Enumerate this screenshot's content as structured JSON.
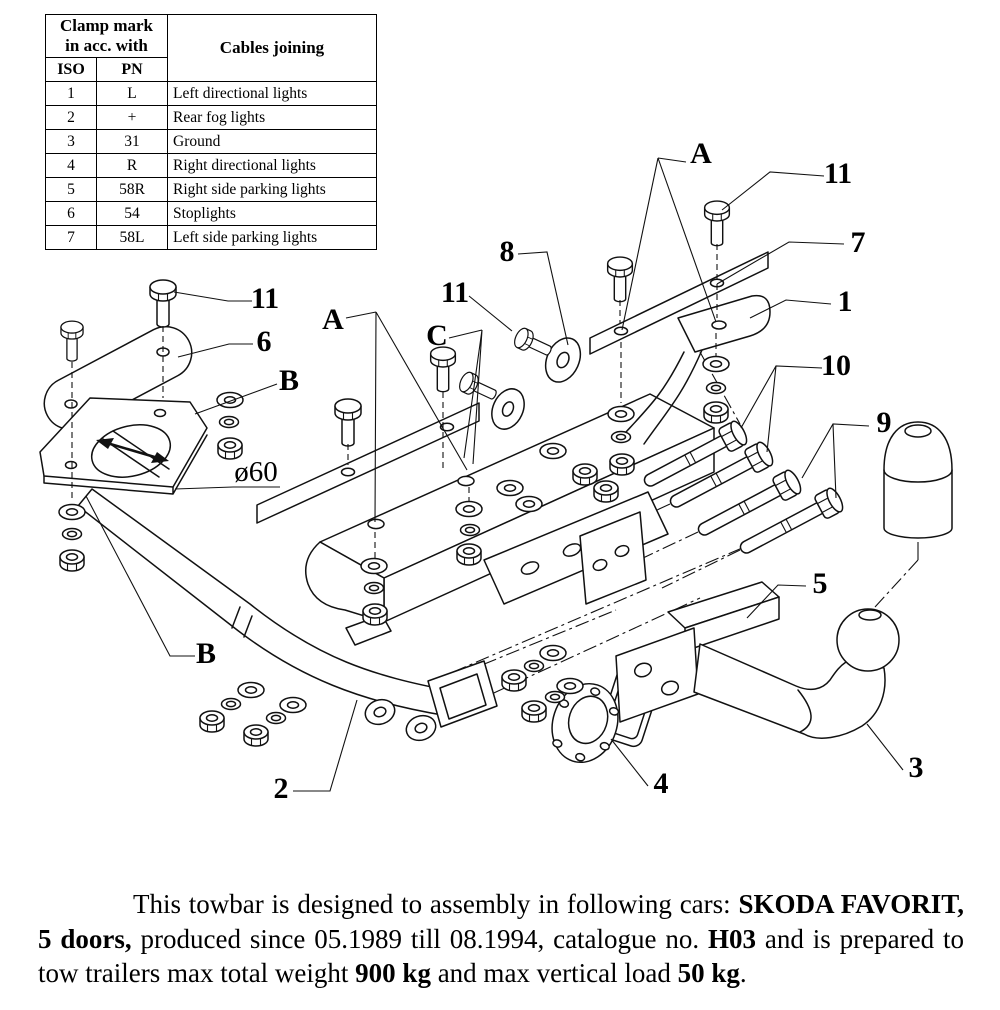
{
  "table": {
    "header": {
      "clamp_line1": "Clamp mark",
      "clamp_line2": "in acc. with",
      "iso": "ISO",
      "pn": "PN",
      "cables": "Cables joining"
    },
    "rows": [
      [
        "1",
        "L",
        "Left directional lights"
      ],
      [
        "2",
        "+",
        "Rear fog lights"
      ],
      [
        "3",
        "31",
        "Ground"
      ],
      [
        "4",
        "R",
        "Right directional lights"
      ],
      [
        "5",
        "58R",
        "Right side parking lights"
      ],
      [
        "6",
        "54",
        "Stoplights"
      ],
      [
        "7",
        "58L",
        "Left side parking lights"
      ]
    ]
  },
  "diagram": {
    "callouts": {
      "a": "A",
      "b": "B",
      "c": "C",
      "n1": "1",
      "n2": "2",
      "n3": "3",
      "n4": "4",
      "n5": "5",
      "n6": "6",
      "n7": "7",
      "n8": "8",
      "n9": "9",
      "n10": "10",
      "n11": "11",
      "diameter": "ø60"
    }
  },
  "footer": {
    "segments": [
      {
        "t": "This towbar is designed to assembly in following cars: "
      },
      {
        "t": "SKODA FAVORIT, 5 doors,"
      },
      {
        "t": " produced since 05.1989 till 08.1994, catalogue no. "
      },
      {
        "t": "H03"
      },
      {
        "t": " and is prepared to tow trailers max total weight "
      },
      {
        "t": "900 kg"
      },
      {
        "t": " and max vertical load "
      },
      {
        "t": "50 kg"
      },
      {
        "t": "."
      }
    ]
  }
}
